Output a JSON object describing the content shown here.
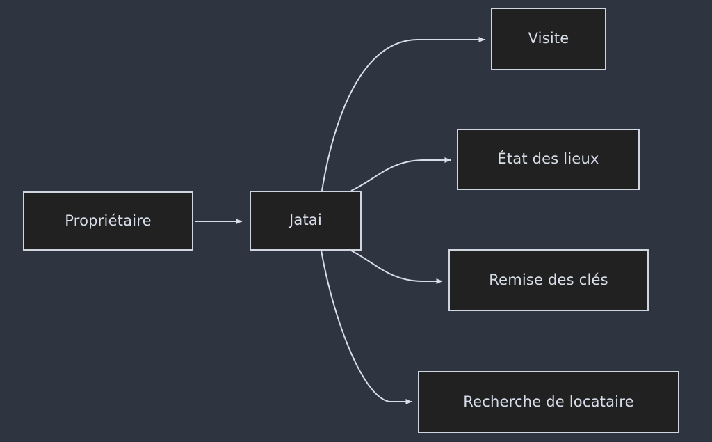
{
  "diagram": {
    "background_color": "#2e3440",
    "node_fill_color": "#212121",
    "node_border_color": "#cfd6e0",
    "text_color": "#d8dee9",
    "edge_color": "#d8dee9",
    "nodes": [
      {
        "id": "proprietaire",
        "label": "Propriétaire"
      },
      {
        "id": "jatai",
        "label": "Jatai"
      },
      {
        "id": "visite",
        "label": "Visite"
      },
      {
        "id": "etat",
        "label": "État des lieux"
      },
      {
        "id": "remise",
        "label": "Remise des clés"
      },
      {
        "id": "recherche",
        "label": "Recherche de locataire"
      }
    ],
    "edges": [
      {
        "from": "proprietaire",
        "to": "jatai",
        "label": "",
        "style": "straight-arrow"
      },
      {
        "from": "jatai",
        "to": "visite",
        "label": "",
        "style": "curved-arrow"
      },
      {
        "from": "jatai",
        "to": "etat",
        "label": "",
        "style": "curved-arrow"
      },
      {
        "from": "jatai",
        "to": "remise",
        "label": "",
        "style": "curved-arrow"
      },
      {
        "from": "jatai",
        "to": "recherche",
        "label": "",
        "style": "curved-arrow"
      }
    ]
  }
}
